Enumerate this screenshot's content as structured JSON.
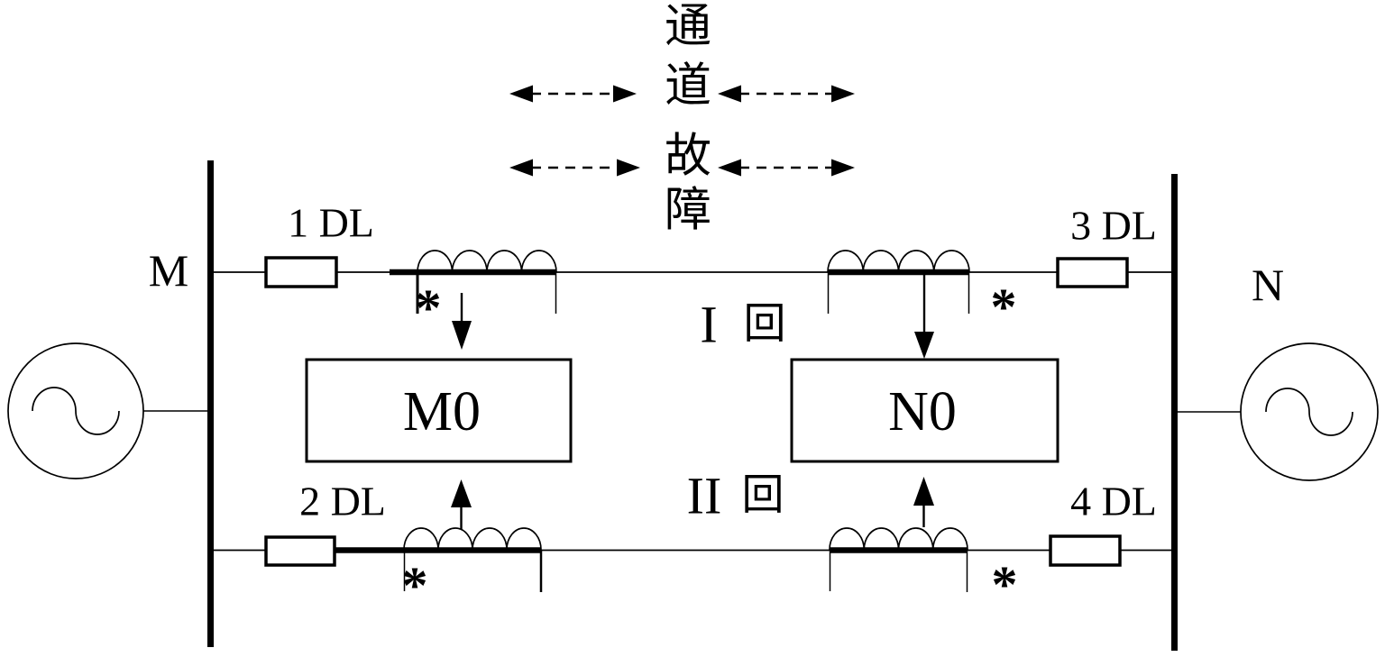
{
  "figure": {
    "description": "Dual-circuit transmission line pilot protection schematic with communication channel fault annotation",
    "colors": {
      "ink": "#000000",
      "background": "#ffffff"
    }
  },
  "channel_annotation": {
    "vertical_label": {
      "full_text": "通道故障",
      "chars": [
        "通",
        "道",
        "故",
        "障"
      ]
    }
  },
  "buses": {
    "left_label": "M",
    "right_label": "N"
  },
  "breakers": {
    "b1_label": "1 DL",
    "b2_label": "2 DL",
    "b3_label": "3 DL",
    "b4_label": "4 DL"
  },
  "relays": {
    "left_label": "M0",
    "right_label": "N0"
  },
  "circuits": {
    "line1": {
      "numeral": "I",
      "suffix": "回"
    },
    "line2": {
      "numeral": "II",
      "suffix": "回"
    }
  },
  "ct": {
    "polarity_mark": "*"
  }
}
